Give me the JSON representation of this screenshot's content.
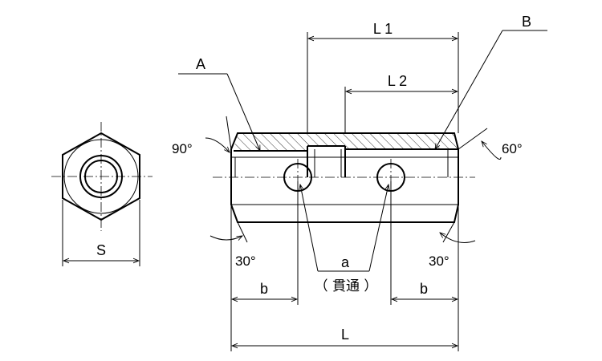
{
  "labels": {
    "L1": "L 1",
    "L2": "L 2",
    "A": "A",
    "B": "B",
    "S": "S",
    "L": "L",
    "b_left": "b",
    "b_right": "b",
    "a": "a",
    "through": "（ 貫通 ）",
    "angle_left_top": "90°",
    "angle_right_top": "60°",
    "angle_left_bottom": "30°",
    "angle_right_bottom": "30°"
  },
  "colors": {
    "line": "#000000",
    "background": "#ffffff"
  }
}
